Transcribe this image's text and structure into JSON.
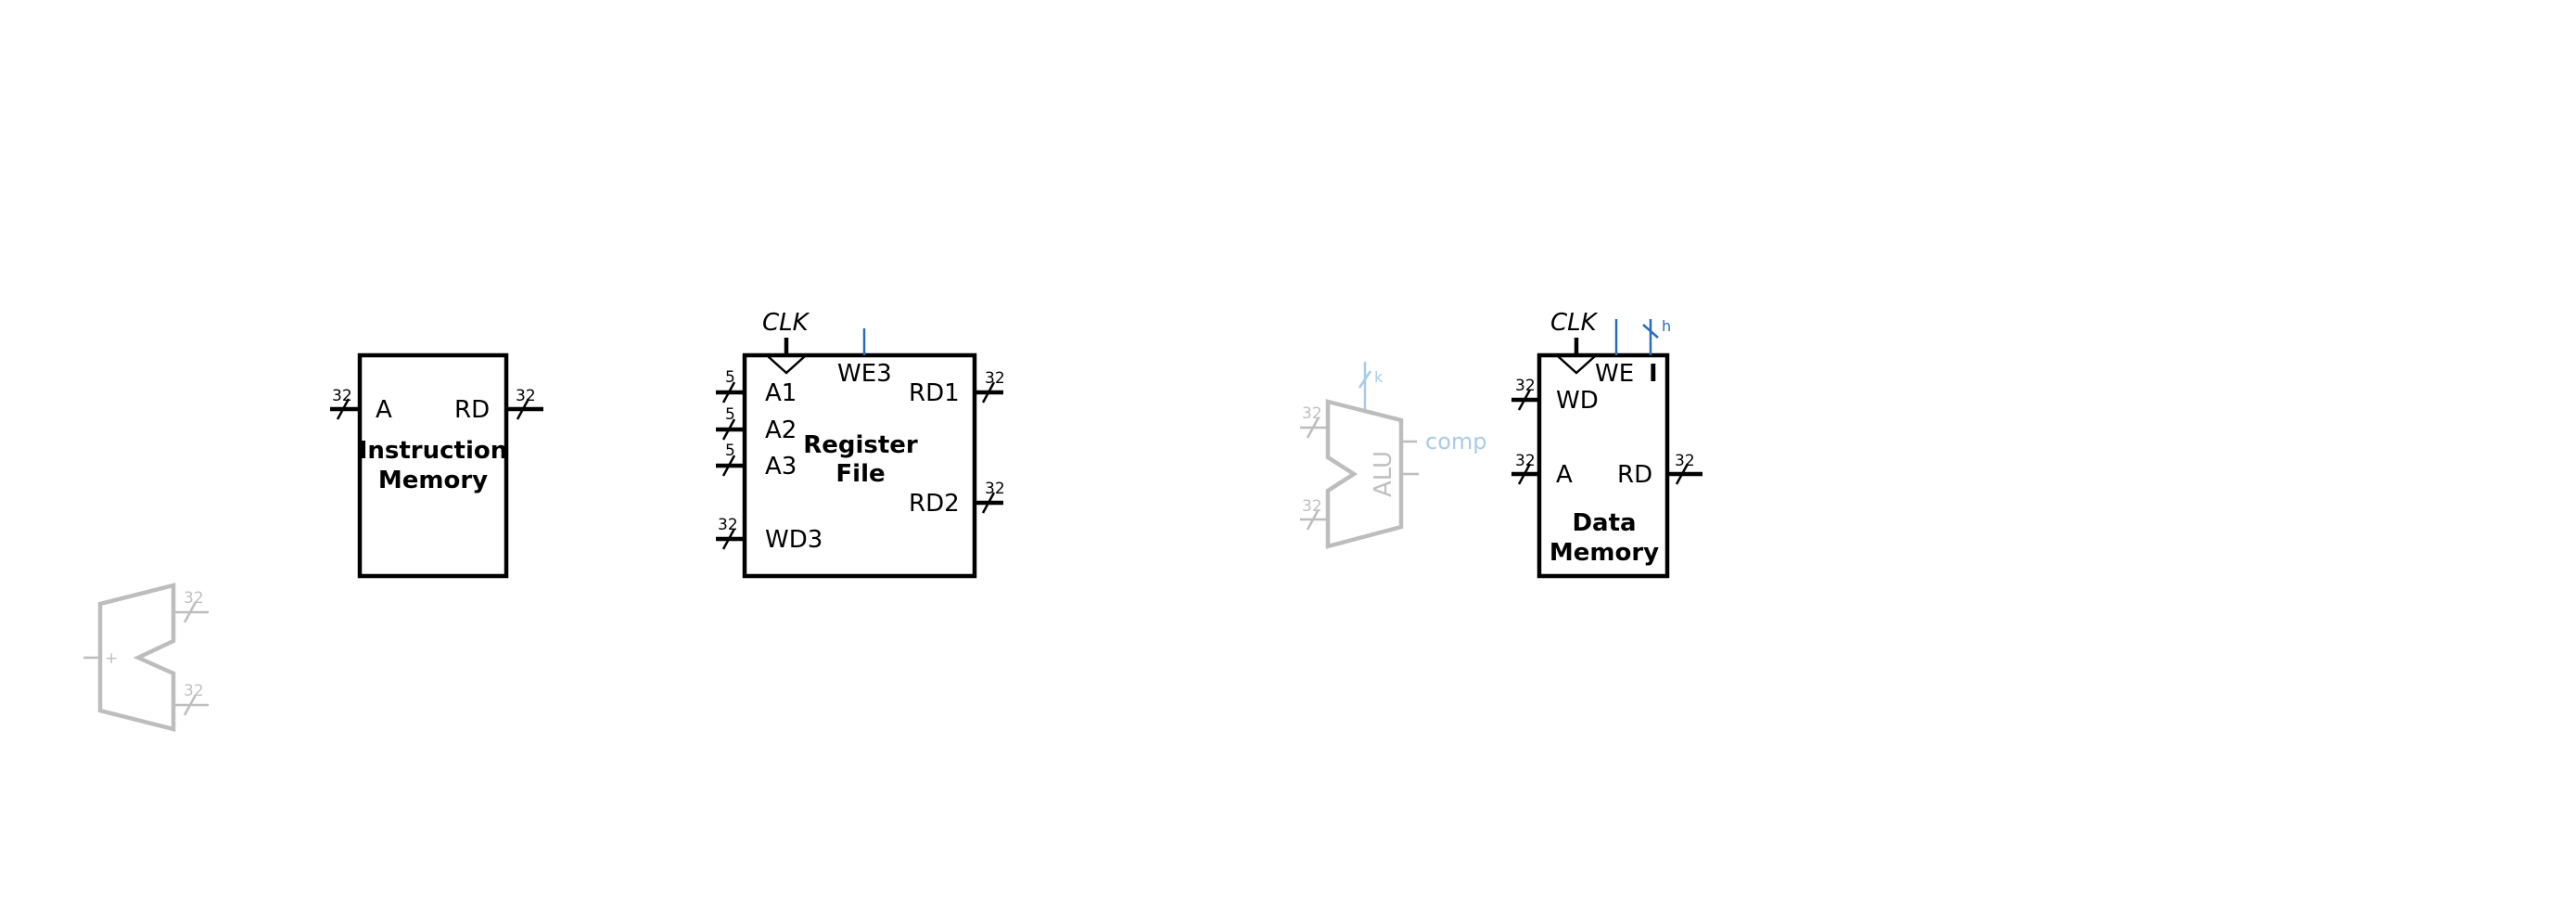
{
  "instruction_memory": {
    "port_a": "A",
    "port_rd": "RD",
    "title_line1": "Instruction",
    "title_line2": "Memory",
    "width_in": "32",
    "width_out": "32"
  },
  "register_file": {
    "clk": "CLK",
    "we3": "WE3",
    "a1": "A1",
    "a2": "A2",
    "a3": "A3",
    "wd3": "WD3",
    "rd1": "RD1",
    "rd2": "RD2",
    "title_line1": "Register",
    "title_line2": "File",
    "width_a1": "5",
    "width_a2": "5",
    "width_a3": "5",
    "width_wd3": "32",
    "width_rd1": "32",
    "width_rd2": "32"
  },
  "alu": {
    "label": "ALU",
    "control": "k",
    "output": "comp",
    "width_in1": "32",
    "width_in2": "32"
  },
  "data_memory": {
    "clk": "CLK",
    "we": "WE",
    "i_label": "I",
    "wd": "WD",
    "a": "A",
    "rd": "RD",
    "title_line1": "Data",
    "title_line2": "Memory",
    "h_label": "h",
    "width_wd": "32",
    "width_a": "32",
    "width_rd": "32"
  },
  "adder": {
    "symbol": "+",
    "width_in1": "32",
    "width_in2": "32"
  },
  "colors": {
    "block": "#000000",
    "faded": "#bdbdbd",
    "accent_blue": "#2a6db5",
    "light_blue": "#a9cbe6"
  }
}
